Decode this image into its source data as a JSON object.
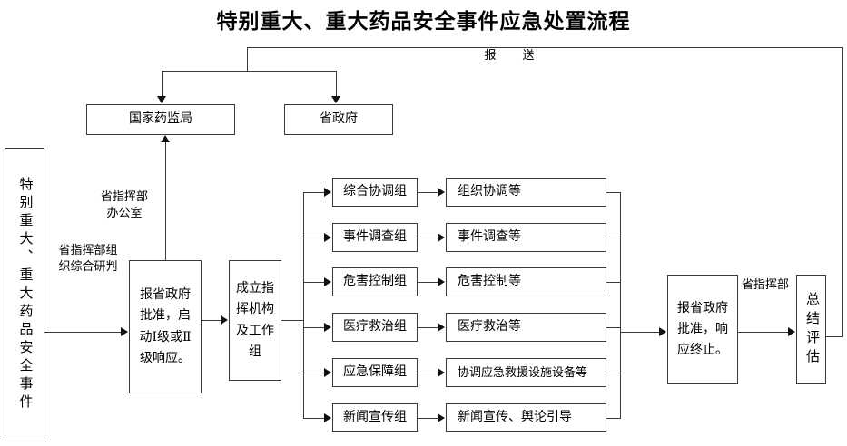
{
  "title": "特别重大、重大药品安全事件应急处置流程",
  "report_label": "报　送",
  "top_boxes": [
    {
      "id": "nmpa",
      "label": "国家药监局"
    },
    {
      "id": "provincial-government",
      "label": "省政府"
    }
  ],
  "source_box": {
    "label": "特别重大、重大药品安全事件"
  },
  "edge_labels": {
    "comprehensive_judgement": "省指挥部组\n织综合研判",
    "provincial_command_office": "省指挥部\n办公室",
    "provincial_command": "省指挥部"
  },
  "process_boxes": {
    "approve_start": "报省政府批准，启动Ⅰ级或Ⅱ级响应。",
    "establish_command": "成立指挥机构及工作组",
    "approve_end": "报省政府批准，响应终止。",
    "summary_evaluation": "总结评估"
  },
  "work_groups": [
    {
      "group": "综合协调组",
      "task": "组织协调等"
    },
    {
      "group": "事件调查组",
      "task": "事件调查等"
    },
    {
      "group": "危害控制组",
      "task": "危害控制等"
    },
    {
      "group": "医疗救治组",
      "task": "医疗救治等"
    },
    {
      "group": "应急保障组",
      "task": "协调应急救援设施设备等"
    },
    {
      "group": "新闻宣传组",
      "task": "新闻宣传、舆论引导"
    }
  ],
  "colors": {
    "line": "#3a3a3a",
    "arrow": "#111111",
    "background": "#ffffff",
    "text": "#000000"
  }
}
